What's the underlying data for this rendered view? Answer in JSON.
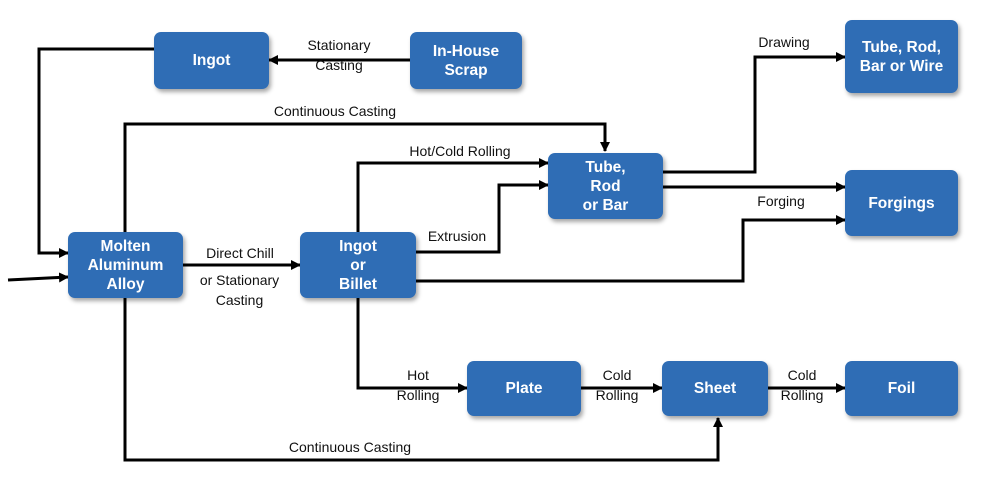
{
  "nodes": {
    "ingot_top": "Ingot",
    "inhouse_scrap": "In-House\nScrap",
    "tube_rod_bar_wire": "Tube, Rod,\nBar or Wire",
    "molten_alloy": "Molten\nAluminum\nAlloy",
    "ingot_billet": "Ingot\nor\nBillet",
    "tube_rod_bar": "Tube,\nRod\nor Bar",
    "forgings": "Forgings",
    "plate": "Plate",
    "sheet": "Sheet",
    "foil": "Foil"
  },
  "labels": {
    "stationary_casting": "Stationary\nCasting",
    "continuous_casting_top": "Continuous Casting",
    "drawing": "Drawing",
    "hot_cold_rolling": "Hot/Cold Rolling",
    "forging": "Forging",
    "extrusion": "Extrusion",
    "direct_chill": "Direct Chill",
    "or_stationary_casting": "or Stationary\nCasting",
    "hot_rolling": "Hot\nRolling",
    "cold_rolling_1": "Cold\nRolling",
    "cold_rolling_2": "Cold\nRolling",
    "continuous_casting_bottom": "Continuous Casting"
  },
  "colors": {
    "box_fill": "#2f6db5",
    "box_text": "#ffffff",
    "line": "#000000"
  }
}
